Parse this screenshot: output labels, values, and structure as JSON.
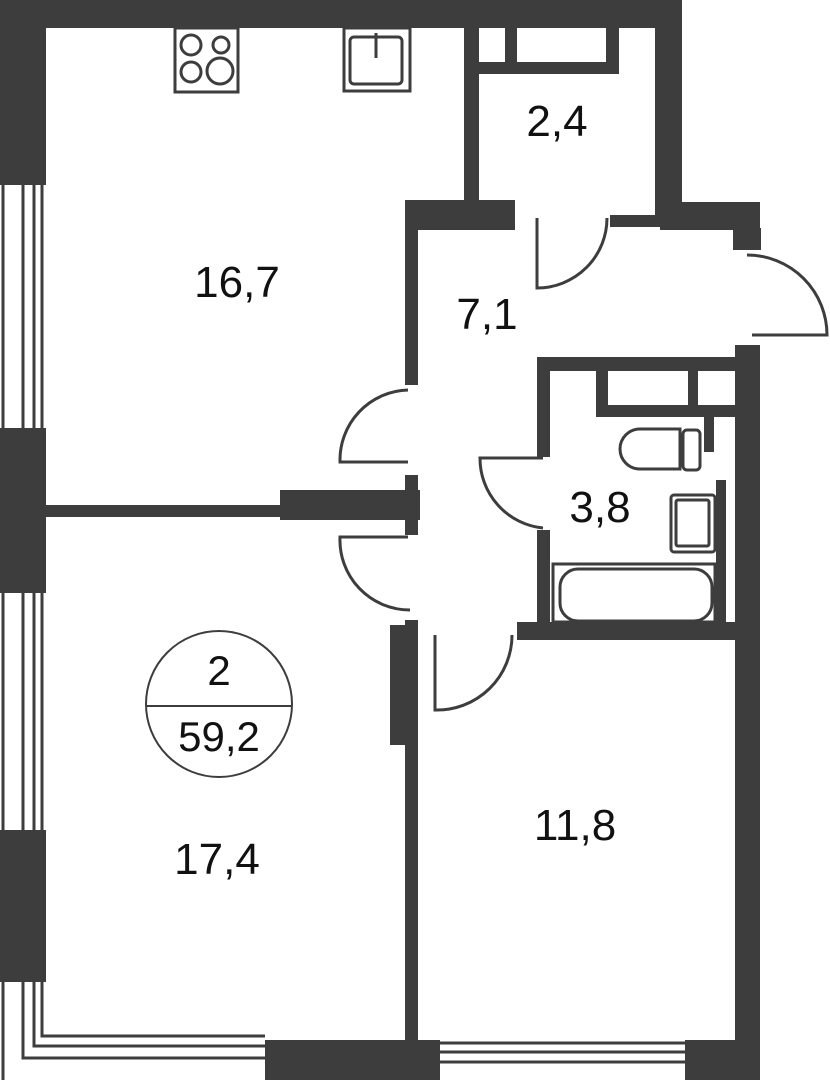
{
  "plan": {
    "type": "apartment-floor-plan",
    "colors": {
      "wall": "#3d3d3d",
      "background": "#ffffff",
      "text": "#111111"
    },
    "summary": {
      "rooms_count": "2",
      "total_area": "59,2"
    },
    "rooms": [
      {
        "id": "kitchen-living",
        "area": "16,7"
      },
      {
        "id": "storage",
        "area": "2,4"
      },
      {
        "id": "hallway",
        "area": "7,1"
      },
      {
        "id": "bathroom",
        "area": "3,8"
      },
      {
        "id": "bedroom-large",
        "area": "17,4"
      },
      {
        "id": "bedroom-small",
        "area": "11,8"
      }
    ],
    "fixtures": [
      "stove",
      "kitchen-sink",
      "toilet",
      "bathroom-sink",
      "bathtub"
    ]
  }
}
